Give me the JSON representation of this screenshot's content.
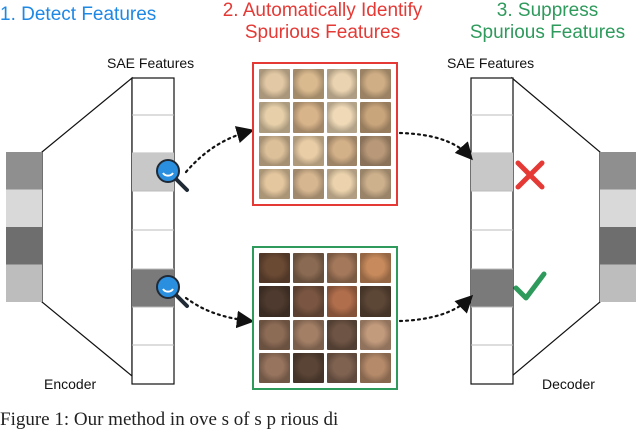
{
  "steps": [
    {
      "label": "1. Detect Features",
      "color": "#1e88e5"
    },
    {
      "label": "2. Automatically Identify Spurious Features",
      "line1": "2. Automatically Identify",
      "line2": "Spurious Features",
      "color": "#e53935"
    },
    {
      "label": "3. Suppress Spurious Features",
      "line1": "3. Suppress",
      "line2": "Spurious Features",
      "color": "#2e9a5c"
    }
  ],
  "labels": {
    "sae_left": "SAE Features",
    "sae_right": "SAE Features",
    "encoder": "Encoder",
    "decoder": "Decoder"
  },
  "icons": {
    "magnifier": "magnifier-icon",
    "cross": "cross-icon",
    "check": "check-icon"
  },
  "colors": {
    "red_frame": "#e53935",
    "green_frame": "#2e9a5c",
    "magnifier_lens": "#2b8fe0",
    "magnifier_handle": "#1f2a36"
  },
  "input_blocks": [
    "#8f8f8f",
    "#d9d9d9",
    "#6e6e6e",
    "#bdbdbd"
  ],
  "output_blocks": [
    "#8f8f8f",
    "#d9d9d9",
    "#6e6e6e",
    "#bdbdbd"
  ],
  "image_grids": {
    "spurious": [
      "#e2c8a4",
      "#d9b98e",
      "#ead3b0",
      "#cfae85",
      "#e6cfa9",
      "#d8b48a",
      "#efd9b7",
      "#c9a57c",
      "#dcc09a",
      "#e9cda6",
      "#d2b088",
      "#b89878",
      "#e4c79f",
      "#d6b690",
      "#ecd3ad",
      "#cdb08c"
    ],
    "non_spurious": [
      "#6b4a34",
      "#8a6a52",
      "#a4785a",
      "#c78a5c",
      "#4e3a2e",
      "#7a5642",
      "#b06e4c",
      "#5c4636",
      "#8d6c56",
      "#a37f66",
      "#6e5444",
      "#c29a7c",
      "#97745e",
      "#5a4436",
      "#7f6250",
      "#b58a6a"
    ]
  },
  "caption": "Figure 1: Our method in ove  s of  s p  rious  di"
}
